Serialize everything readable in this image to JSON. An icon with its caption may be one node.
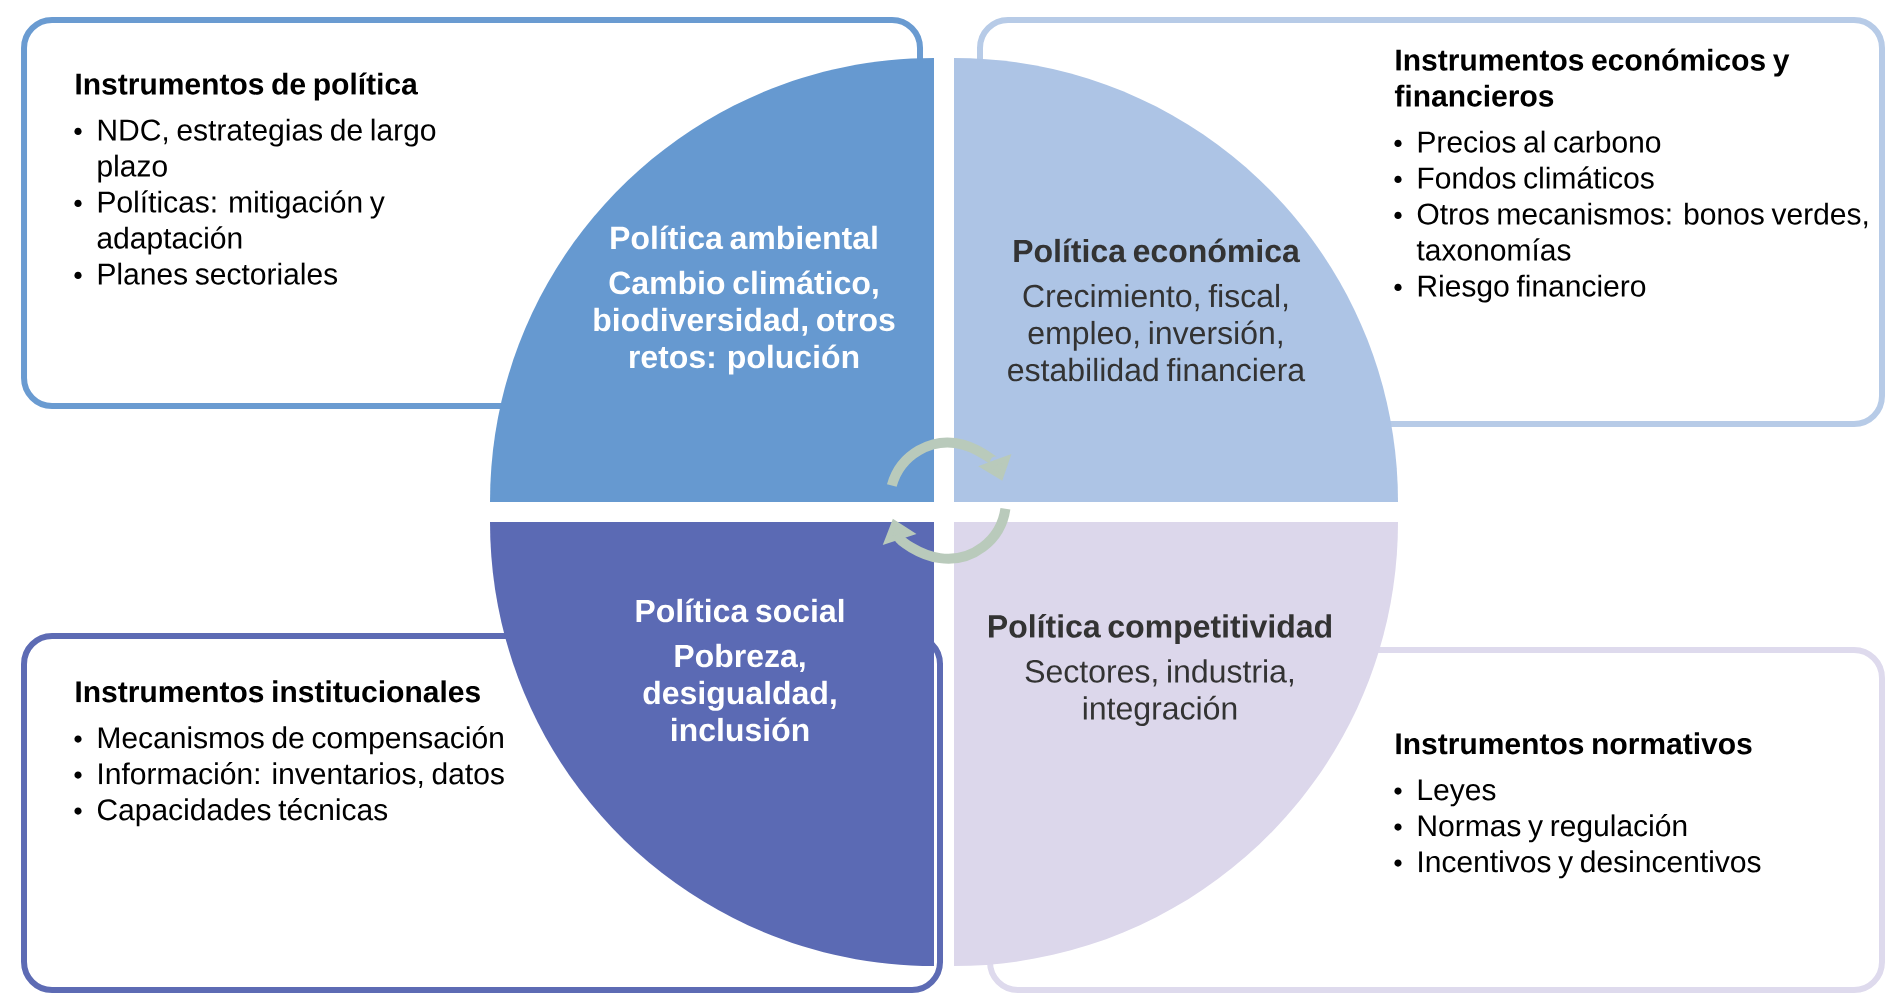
{
  "diagram": {
    "nodes": [
      {
        "text": [
          "Instrumentos de política",
          "NDC, estrategias de largo plazo",
          "Políticas: mitigación y adaptación",
          "Planes sectoriales"
        ]
      },
      {
        "text": [
          "Política ambiental",
          "Cambio climático, biodiversidad, otros retos: polución"
        ]
      },
      {
        "text": [
          "Política económica",
          "Crecimiento, fiscal, empleo, inversión, estabilidad financiera"
        ]
      },
      {
        "text": [
          "Instrumentos económicos y financieros",
          "Precios al carbono",
          "Fondos climáticos",
          "Otros mecanismos: bonos verdes, taxonomías",
          "Riesgo financiero"
        ]
      },
      {
        "text": [
          "Política social",
          "Pobreza, desigualdad, inclusión"
        ]
      },
      {
        "text": [
          "Política competitividad",
          "Sectores, industria, integración"
        ]
      },
      {
        "text": [
          "Instrumentos institucionales",
          "Mecanismos de compensación",
          "Información: inventarios, datos",
          "Capacidades técnicas"
        ]
      },
      {
        "text": [
          "Instrumentos normativos",
          "Leyes",
          "Normas y regulación",
          "Incentivos y desincentivos"
        ]
      }
    ],
    "edges": [
      {
        "from": 1,
        "to": 2,
        "arrow": "to"
      },
      {
        "from": 5,
        "to": 4,
        "arrow": "to"
      }
    ]
  }
}
